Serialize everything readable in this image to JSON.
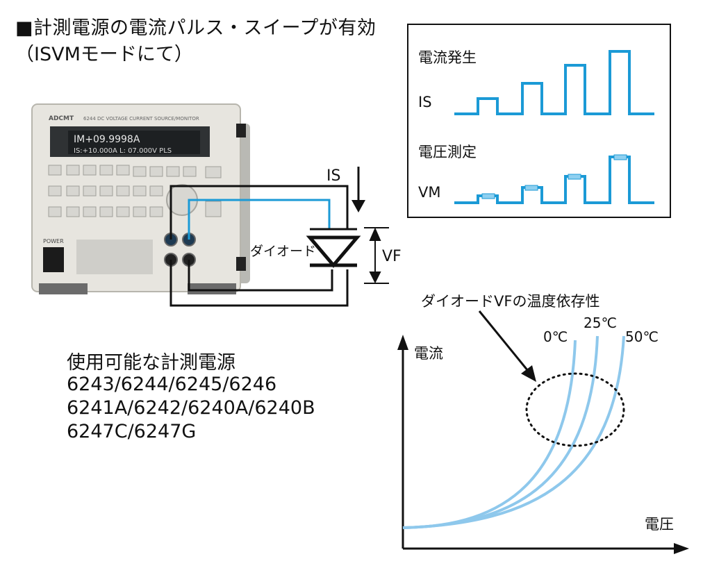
{
  "title": {
    "line1": "■計測電源の電流パルス・スイープが有効",
    "line2": "（ISVMモードにて）"
  },
  "instrument": {
    "brand": "ADCMT",
    "model_caption": "6244  DC VOLTAGE CURRENT SOURCE/MONITOR",
    "display_line1": "IM+09.9998A",
    "display_line2": "IS:+10.000A  L: 07.000V   PLS",
    "power_label": "POWER"
  },
  "circuit": {
    "is_label": "IS",
    "diode_label": "ダイオード",
    "vf_label": "VF"
  },
  "models": {
    "heading": "使用可能な計測電源",
    "line1": "6243/6244/6245/6246",
    "line2": "6241A/6242/6240A/6240B",
    "line3": "6247C/6247G"
  },
  "waveform_panel": {
    "current_gen_label": "電流発生",
    "is_label": "IS",
    "voltage_meas_label": "電圧測定",
    "vm_label": "VM"
  },
  "vf_curve": {
    "annotation": "ダイオードVFの温度依存性",
    "ylabel": "電流",
    "xlabel": "電圧",
    "series": [
      {
        "name": "0℃"
      },
      {
        "name": "25℃"
      },
      {
        "name": "50℃"
      }
    ]
  },
  "colors": {
    "wave_blue": "#1b9ad6",
    "curve_blue": "#8ec8ec",
    "marker_blue": "#8fd0f0"
  }
}
